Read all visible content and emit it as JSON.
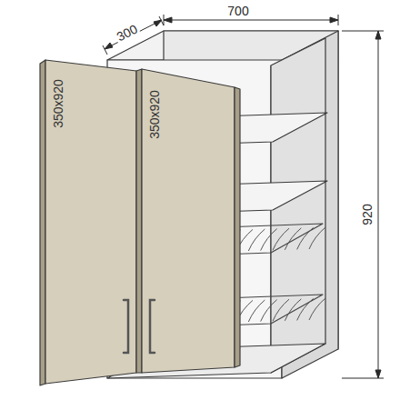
{
  "diagram": {
    "labels": [
      "300",
      "700",
      "350x920",
      "350x920",
      "920"
    ]
  }
}
